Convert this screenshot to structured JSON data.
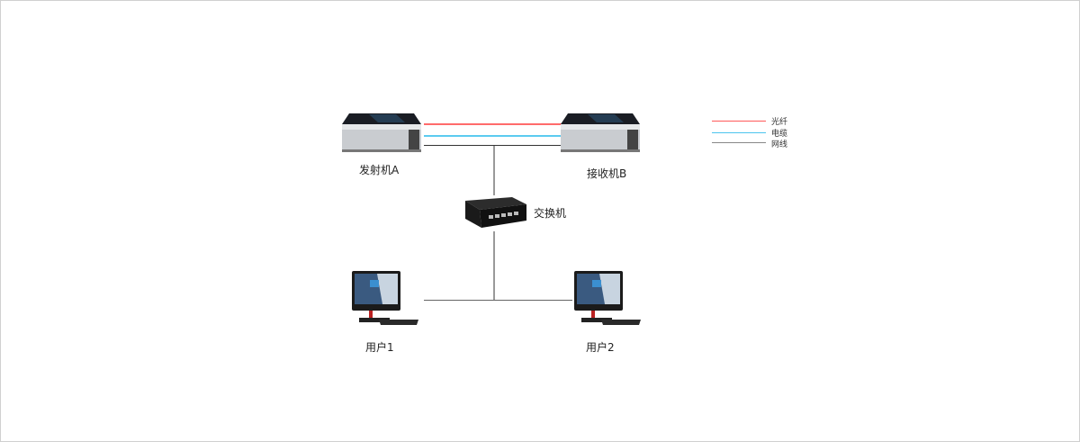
{
  "devices": {
    "transmitter": "发射机A",
    "receiver": "接收机B",
    "switch": "交换机",
    "user1": "用户1",
    "user2": "用户2"
  },
  "legend": [
    {
      "label": "光纤",
      "color": "#ff5a5a"
    },
    {
      "label": "电缆",
      "color": "#4cc4ee"
    },
    {
      "label": "网线",
      "color": "#888888"
    }
  ]
}
